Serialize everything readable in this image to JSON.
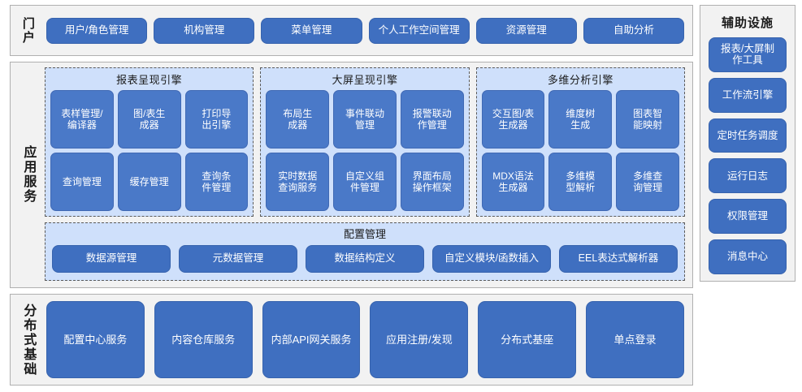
{
  "colors": {
    "button_blue": "#3f6fc0",
    "button_blue_light": "#4a79c8",
    "group_fill": "#cfe0fb",
    "panel_fill": "#f2f2f2",
    "panel_border": "#b0b0b0",
    "text_dark": "#1a1a1a",
    "text_on_blue": "#ffffff"
  },
  "portal": {
    "label": "门户",
    "buttons": [
      {
        "label": "用户/角色管理"
      },
      {
        "label": "机构管理"
      },
      {
        "label": "菜单管理"
      },
      {
        "label": "个人工作空间管理"
      },
      {
        "label": "资源管理"
      },
      {
        "label": "自助分析"
      }
    ]
  },
  "application_services": {
    "label": "应用服务",
    "engines": [
      {
        "title": "报表呈现引擎",
        "items": [
          {
            "label": "表样管理/\n编译器"
          },
          {
            "label": "图/表生\n成器"
          },
          {
            "label": "打印导\n出引擎"
          },
          {
            "label": "查询管理"
          },
          {
            "label": "缓存管理"
          },
          {
            "label": "查询条\n件管理"
          }
        ]
      },
      {
        "title": "大屏呈现引擎",
        "items": [
          {
            "label": "布局生\n成器"
          },
          {
            "label": "事件联动\n管理"
          },
          {
            "label": "报警联动\n作管理"
          },
          {
            "label": "实时数据\n查询服务"
          },
          {
            "label": "自定义组\n件管理"
          },
          {
            "label": "界面布局\n操作框架"
          }
        ]
      },
      {
        "title": "多维分析引擎",
        "items": [
          {
            "label": "交互图/表\n生成器"
          },
          {
            "label": "维度树\n生成"
          },
          {
            "label": "图表智\n能映射"
          },
          {
            "label": "MDX语法\n生成器"
          },
          {
            "label": "多维模\n型解析"
          },
          {
            "label": "多维查\n询管理"
          }
        ]
      }
    ],
    "config": {
      "title": "配置管理",
      "items": [
        {
          "label": "数据源管理"
        },
        {
          "label": "元数据管理"
        },
        {
          "label": "数据结构定义"
        },
        {
          "label": "自定义模块/函数插入"
        },
        {
          "label": "EEL表达式解析器"
        }
      ]
    }
  },
  "distributed_foundation": {
    "label": "分布式基础",
    "buttons": [
      {
        "label": "配置中心服务"
      },
      {
        "label": "内容仓库服务"
      },
      {
        "label": "内部API网关服务"
      },
      {
        "label": "应用注册/发现"
      },
      {
        "label": "分布式基座"
      },
      {
        "label": "单点登录"
      }
    ]
  },
  "auxiliary_facilities": {
    "title": "辅助设施",
    "buttons": [
      {
        "label": "报表/大屏制\n作工具"
      },
      {
        "label": "工作流引擎"
      },
      {
        "label": "定时任务调度"
      },
      {
        "label": "运行日志"
      },
      {
        "label": "权限管理"
      },
      {
        "label": "消息中心"
      }
    ]
  }
}
